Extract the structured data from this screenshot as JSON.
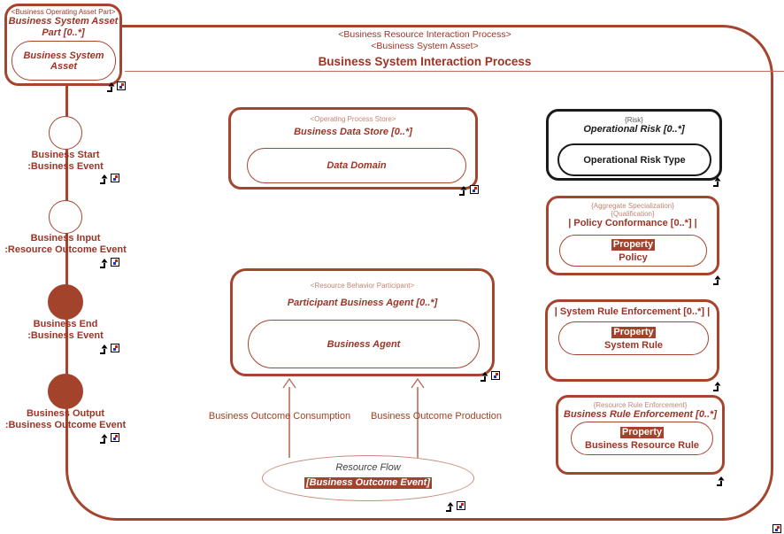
{
  "colors": {
    "border_red": "#A5452F",
    "text_red": "#9C3426",
    "annotation_light": "#C08573",
    "connector_salmon": "#C98979",
    "fill_red": "#A3432C",
    "black": "#1A1A1A"
  },
  "header": {
    "stereotype1": "<Business Resource Interaction Process>",
    "stereotype2": "<Business System Asset>",
    "title": "Business System Interaction Process"
  },
  "asset_part_box": {
    "stereotype": "<Business Operating Asset Part>",
    "title": "Business System Asset Part [0..*]",
    "inner": "Business System Asset"
  },
  "events": [
    {
      "name": "Business Start",
      "type": ":Business Event",
      "filled": false
    },
    {
      "name": "Business Input",
      "type": ":Resource Outcome Event",
      "filled": false
    },
    {
      "name": "Business End",
      "type": ":Business Event",
      "filled": true
    },
    {
      "name": "Business Output",
      "type": ":Business Outcome Event",
      "filled": true
    }
  ],
  "data_store_box": {
    "stereotype": "<Operating Process Store>",
    "title": "Business Data Store [0..*]",
    "inner": "Data Domain"
  },
  "participant_box": {
    "stereotype": "<Resource Behavior Participant>",
    "title": "Participant Business Agent [0..*]",
    "inner": "Business Agent"
  },
  "risk_box": {
    "stereotype": "{Risk}",
    "title": "Operational Risk [0..*]",
    "inner": "Operational Risk Type"
  },
  "policy_box": {
    "stereotype1": "{Aggregate Specialization}",
    "stereotype2": "{Qualification}",
    "title": "| Policy Conformance [0..*] |",
    "property_tag": "Property",
    "inner": "Policy"
  },
  "system_rule_box": {
    "title": "| System Rule Enforcement [0..*] |",
    "property_tag": "Property",
    "inner": "System Rule"
  },
  "business_rule_box": {
    "stereotype": "{Resource Rule Enforcement}",
    "title": "Business Rule Enforcement [0..*]",
    "property_tag": "Property",
    "inner": "Business Resource Rule"
  },
  "flows": {
    "consumption": "Business Outcome Consumption",
    "production": "Business Outcome Production"
  },
  "resource_flow": {
    "title": "Resource Flow",
    "tag": "[Business Outcome Event]"
  }
}
